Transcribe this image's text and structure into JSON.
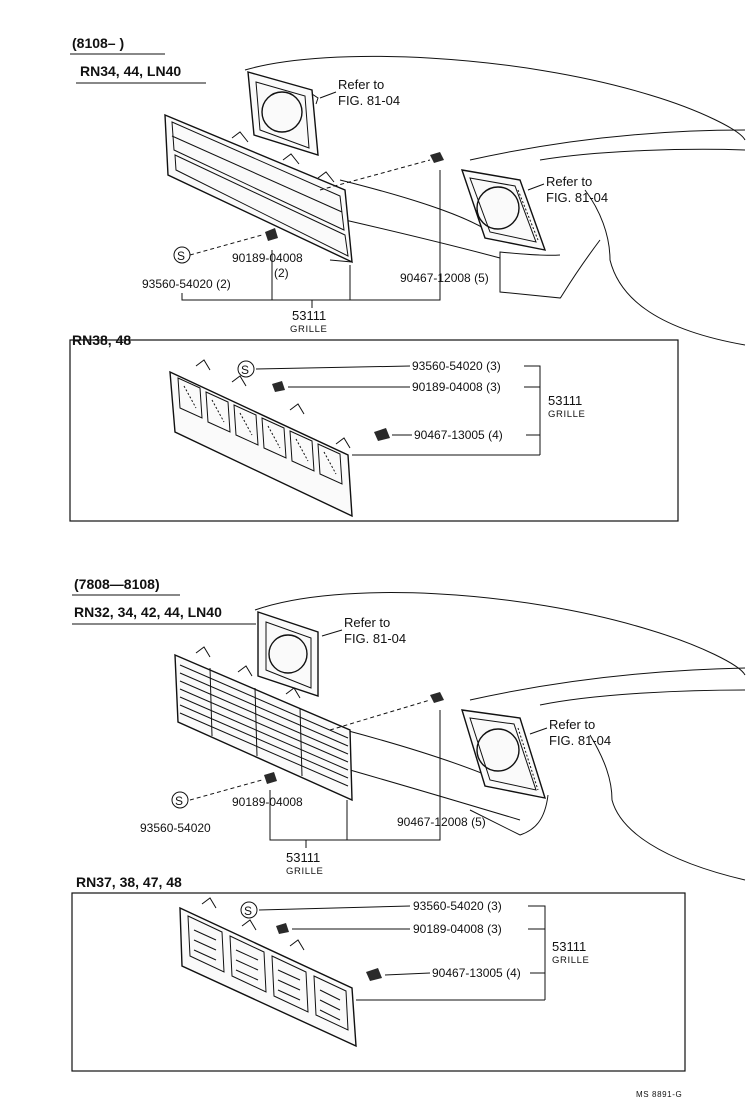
{
  "section_top": {
    "date_range": "(8108–        )",
    "models": "RN34, 44, LN40",
    "refer_label_line1": "Refer to",
    "refer_label_line2": "FIG. 81-04",
    "parts": {
      "screw": "93560-54020 (2)",
      "nut": "90189-04008",
      "nut_qty": "(2)",
      "clip": "90467-12008 (5)",
      "grille_no": "53111",
      "grille_name": "GRILLE"
    }
  },
  "box_1": {
    "models": "RN38, 48",
    "screw": "93560-54020 (3)",
    "nut": "90189-04008 (3)",
    "clip": "90467-13005 (4)",
    "grille_no": "53111",
    "grille_name": "GRILLE"
  },
  "section_bottom": {
    "date_range": "(7808—8108)",
    "models": "RN32, 34, 42, 44, LN40",
    "refer_label_line1": "Refer to",
    "refer_label_line2": "FIG. 81-04",
    "parts": {
      "screw": "93560-54020",
      "nut": "90189-04008",
      "clip": "90467-12008 (5)",
      "grille_no": "53111",
      "grille_name": "GRILLE"
    }
  },
  "box_2": {
    "models": "RN37, 38, 47, 48",
    "screw": "93560-54020 (3)",
    "nut": "90189-04008 (3)",
    "clip": "90467-13005 (4)",
    "grille_no": "53111",
    "grille_name": "GRILLE"
  },
  "footer_code": "MS 8891-G",
  "screw_symbol": "S"
}
